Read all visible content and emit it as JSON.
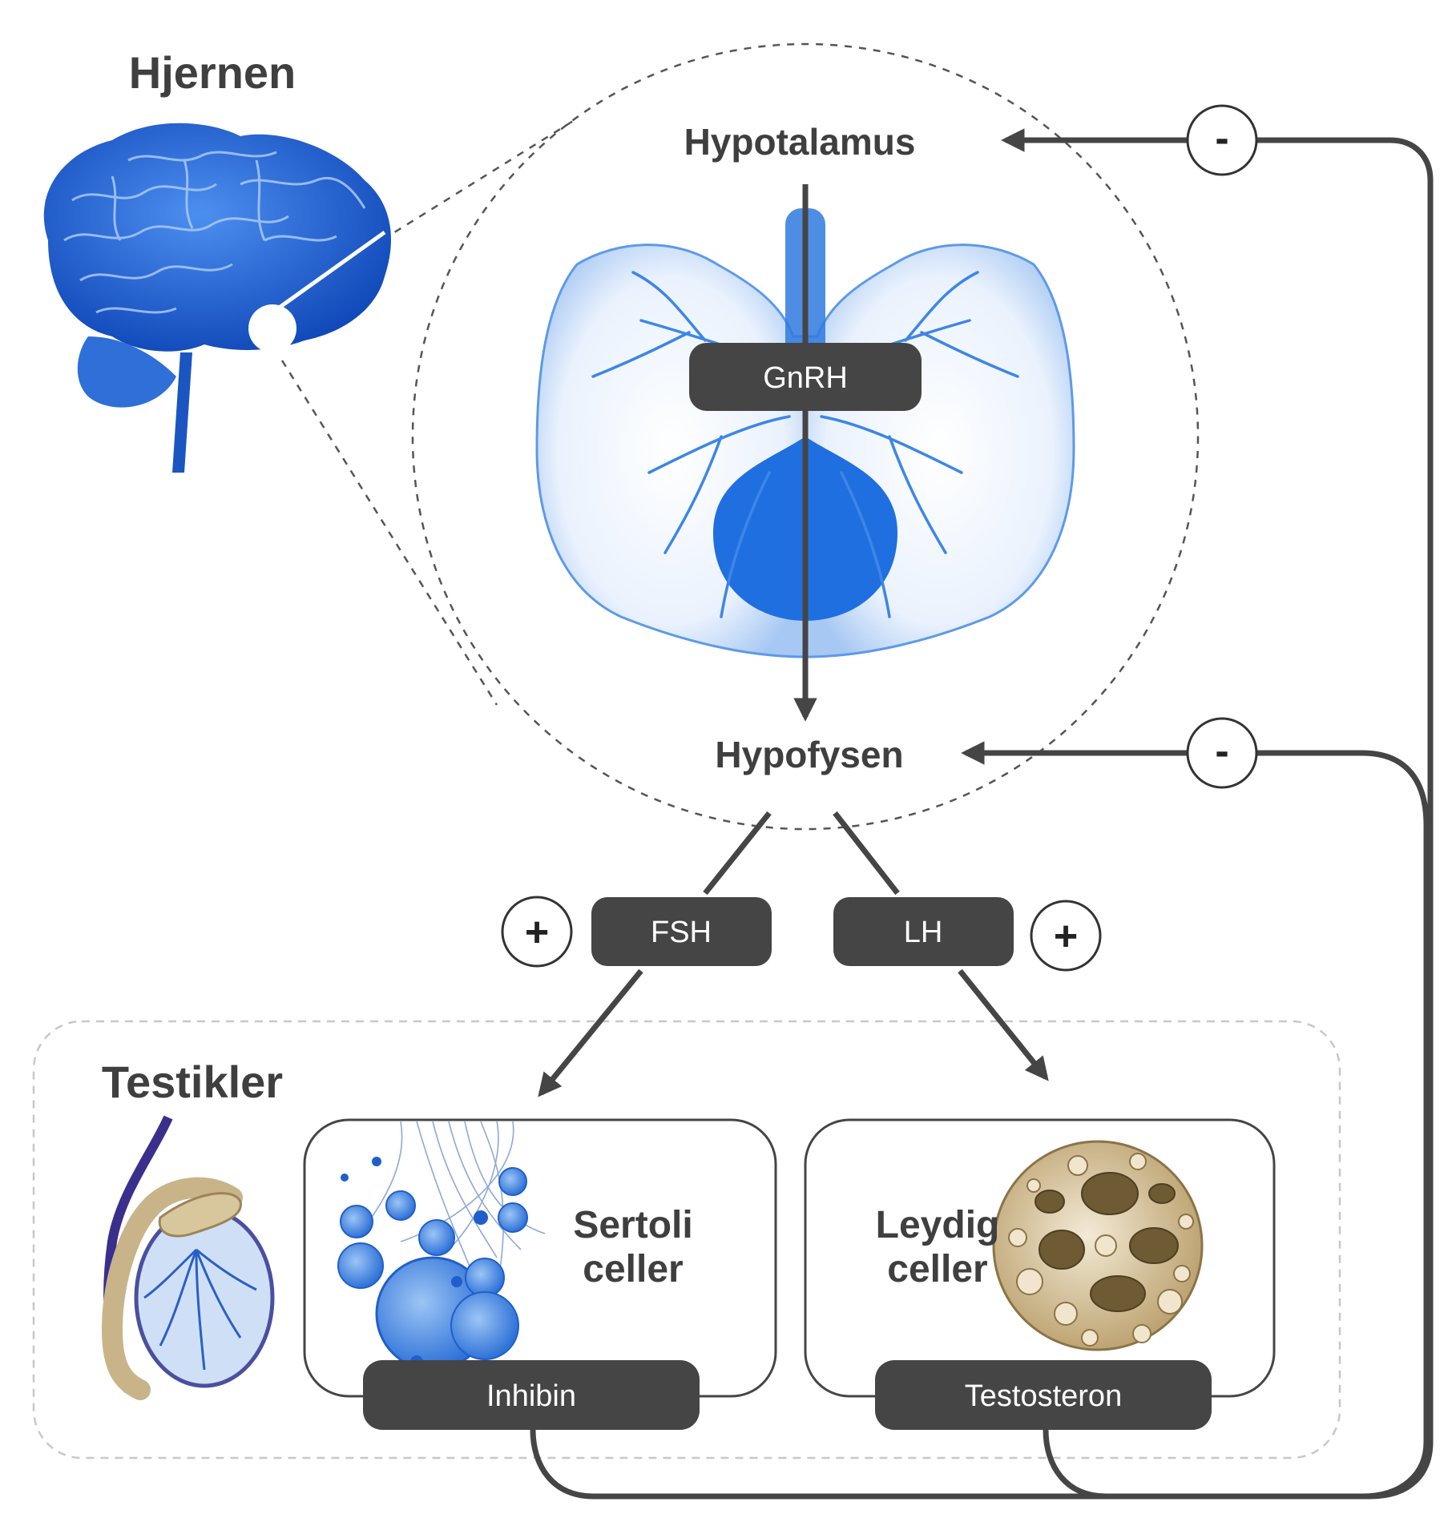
{
  "labels": {
    "brain": "Hjernen",
    "hypothalamus": "Hypotalamus",
    "pituitary": "Hypofysen",
    "testes": "Testikler",
    "sertoli_line1": "Sertoli",
    "sertoli_line2": "celler",
    "leydig_line1": "Leydig",
    "leydig_line2": "celler"
  },
  "hormones": {
    "gnrh": "GnRH",
    "fsh": "FSH",
    "lh": "LH",
    "inhibin": "Inhibin",
    "testosterone": "Testosteron"
  },
  "signs": {
    "fsh_effect": "+",
    "lh_effect": "+",
    "hypothalamus_feedback": "-",
    "pituitary_feedback": "-"
  },
  "colors": {
    "text": "#3f3f3f",
    "pill": "#454545",
    "line": "#454545",
    "brain_blue": "#1f62d6",
    "pituitary_blue": "#1f6fe0",
    "leydig_tan": "#c9b48a"
  }
}
